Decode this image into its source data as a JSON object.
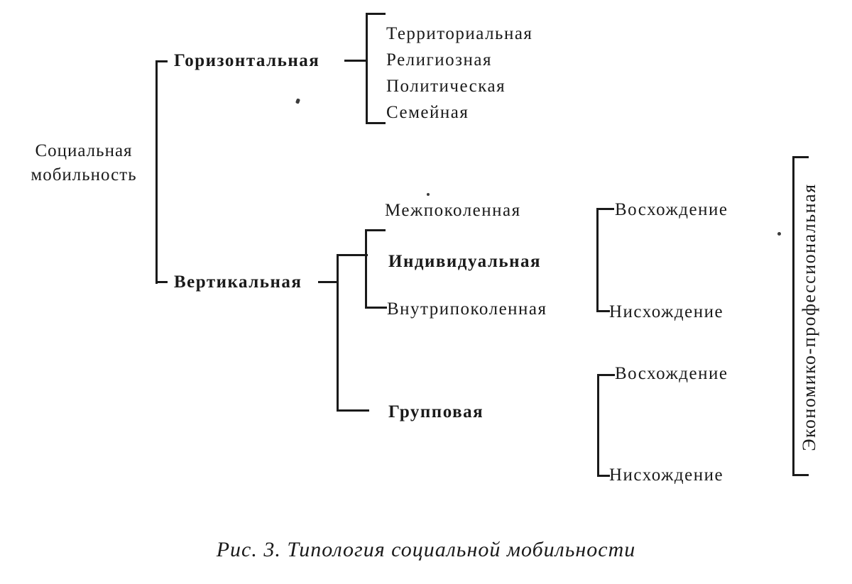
{
  "colors": {
    "ink": "#1a1a1a",
    "paper": "#ffffff"
  },
  "root": {
    "line1": "Социальная",
    "line2": "мобильность"
  },
  "horizontal": {
    "label": "Горизонтальная",
    "children": [
      "Территориальная",
      "Религиозная",
      "Политическая",
      "Семейная"
    ]
  },
  "vertical": {
    "label": "Вертикальная",
    "intergenerational": "Межпоколенная",
    "individual": "Индивидуальная",
    "intragenerational": "Внутрипоколенная",
    "group": "Групповая",
    "individual_up": "Восхождение",
    "individual_down": "Нисхождение",
    "group_up": "Восхождение",
    "group_down": "Нисхождение"
  },
  "side_label": "Экономико-профессиональная",
  "caption": "Рис. 3. Типология социальной мобильности"
}
